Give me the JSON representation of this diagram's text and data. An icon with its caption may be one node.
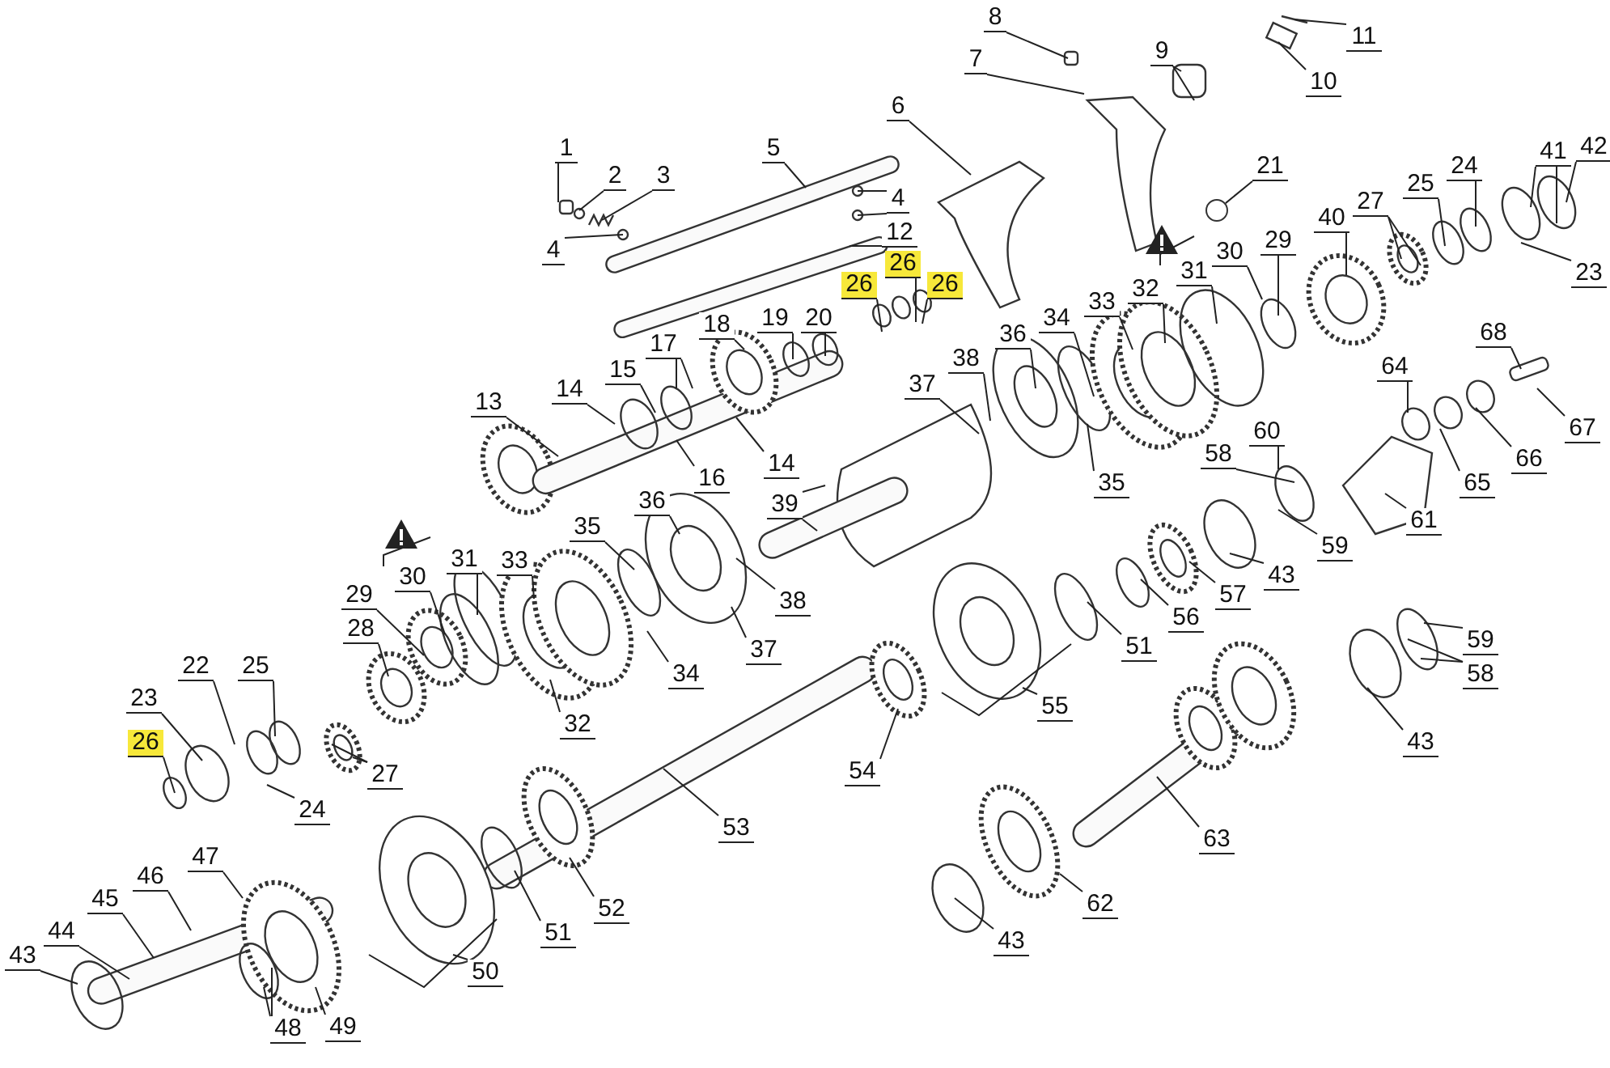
{
  "diagram": {
    "nodes": [
      {
        "text": [
          "8"
        ]
      },
      {
        "text": [
          "11"
        ]
      },
      {
        "text": [
          "9"
        ]
      },
      {
        "text": [
          "7"
        ]
      },
      {
        "text": [
          "10"
        ]
      },
      {
        "text": [
          "6"
        ]
      },
      {
        "text": [
          "1"
        ]
      },
      {
        "text": [
          "5"
        ]
      },
      {
        "text": [
          "42"
        ]
      },
      {
        "text": [
          "41"
        ]
      },
      {
        "text": [
          "21"
        ]
      },
      {
        "text": [
          "24"
        ]
      },
      {
        "text": [
          "2"
        ]
      },
      {
        "text": [
          "3"
        ]
      },
      {
        "text": [
          "25"
        ]
      },
      {
        "text": [
          "4"
        ]
      },
      {
        "text": [
          "27"
        ]
      },
      {
        "text": [
          "40"
        ]
      },
      {
        "text": [
          "12"
        ]
      },
      {
        "text": [
          "29"
        ]
      },
      {
        "text": [
          "4"
        ]
      },
      {
        "text": [
          "30"
        ]
      },
      {
        "text": [
          "26"
        ]
      },
      {
        "text": [
          "23"
        ]
      },
      {
        "text": [
          "31"
        ]
      },
      {
        "text": [
          "26"
        ]
      },
      {
        "text": [
          "26"
        ]
      },
      {
        "text": [
          "32"
        ]
      },
      {
        "text": [
          "33"
        ]
      },
      {
        "text": [
          "34"
        ]
      },
      {
        "text": [
          "18"
        ]
      },
      {
        "text": [
          "19"
        ]
      },
      {
        "text": [
          "20"
        ]
      },
      {
        "text": [
          "68"
        ]
      },
      {
        "text": [
          "36"
        ]
      },
      {
        "text": [
          "17"
        ]
      },
      {
        "text": [
          "38"
        ]
      },
      {
        "text": [
          "64"
        ]
      },
      {
        "text": [
          "15"
        ]
      },
      {
        "text": [
          "37"
        ]
      },
      {
        "text": [
          "14"
        ]
      },
      {
        "text": [
          "13"
        ]
      },
      {
        "text": [
          "67"
        ]
      },
      {
        "text": [
          "60"
        ]
      },
      {
        "text": [
          "58"
        ]
      },
      {
        "text": [
          "66"
        ]
      },
      {
        "text": [
          "14"
        ]
      },
      {
        "text": [
          "16"
        ]
      },
      {
        "text": [
          "65"
        ]
      },
      {
        "text": [
          "35"
        ]
      },
      {
        "text": [
          "36"
        ]
      },
      {
        "text": [
          "39"
        ]
      },
      {
        "text": [
          "61"
        ]
      },
      {
        "text": [
          "35"
        ]
      },
      {
        "text": [
          "59"
        ]
      },
      {
        "text": [
          "31"
        ]
      },
      {
        "text": [
          "33"
        ]
      },
      {
        "text": [
          "43"
        ]
      },
      {
        "text": [
          "30"
        ]
      },
      {
        "text": [
          "29"
        ]
      },
      {
        "text": [
          "57"
        ]
      },
      {
        "text": [
          "38"
        ]
      },
      {
        "text": [
          "56"
        ]
      },
      {
        "text": [
          "28"
        ]
      },
      {
        "text": [
          "59"
        ]
      },
      {
        "text": [
          "51"
        ]
      },
      {
        "text": [
          "37"
        ]
      },
      {
        "text": [
          "22"
        ]
      },
      {
        "text": [
          "25"
        ]
      },
      {
        "text": [
          "58"
        ]
      },
      {
        "text": [
          "34"
        ]
      },
      {
        "text": [
          "23"
        ]
      },
      {
        "text": [
          "55"
        ]
      },
      {
        "text": [
          "32"
        ]
      },
      {
        "text": [
          "26"
        ]
      },
      {
        "text": [
          "43"
        ]
      },
      {
        "text": [
          "54"
        ]
      },
      {
        "text": [
          "27"
        ]
      },
      {
        "text": [
          "24"
        ]
      },
      {
        "text": [
          "53"
        ]
      },
      {
        "text": [
          "63"
        ]
      },
      {
        "text": [
          "47"
        ]
      },
      {
        "text": [
          "46"
        ]
      },
      {
        "text": [
          "45"
        ]
      },
      {
        "text": [
          "62"
        ]
      },
      {
        "text": [
          "52"
        ]
      },
      {
        "text": [
          "44"
        ]
      },
      {
        "text": [
          "51"
        ]
      },
      {
        "text": [
          "43"
        ]
      },
      {
        "text": [
          "43"
        ]
      },
      {
        "text": [
          "50"
        ]
      },
      {
        "text": [
          "48"
        ]
      },
      {
        "text": [
          "49"
        ]
      },
      {
        "text": [],
        "shape": "circle"
      }
    ],
    "edges": [
      {
        "from": 0,
        "to": null,
        "arrow": "none"
      },
      {
        "from": 1,
        "to": null,
        "arrow": "none"
      },
      {
        "from": 2,
        "to": null,
        "arrow": "none"
      },
      {
        "from": 2,
        "to": null,
        "arrow": "none"
      },
      {
        "from": 3,
        "to": null,
        "arrow": "none"
      },
      {
        "from": 4,
        "to": null,
        "arrow": "none"
      },
      {
        "from": 5,
        "to": null,
        "arrow": "none"
      },
      {
        "from": 6,
        "to": null,
        "arrow": "none"
      },
      {
        "from": 7,
        "to": null,
        "arrow": "none"
      },
      {
        "from": 8,
        "to": null,
        "arrow": "none"
      },
      {
        "from": 9,
        "to": null,
        "arrow": "none"
      },
      {
        "from": 9,
        "to": null,
        "arrow": "none"
      },
      {
        "from": 10,
        "to": 93,
        "arrow": "none"
      },
      {
        "from": 11,
        "to": null,
        "arrow": "none"
      },
      {
        "from": 12,
        "to": null,
        "arrow": "none"
      },
      {
        "from": 13,
        "to": null,
        "arrow": "none"
      },
      {
        "from": 14,
        "to": null,
        "arrow": "none"
      },
      {
        "from": 15,
        "to": null,
        "arrow": "none"
      },
      {
        "from": 15,
        "to": null,
        "arrow": "none"
      },
      {
        "from": 16,
        "to": null,
        "arrow": "none"
      },
      {
        "from": 16,
        "to": null,
        "arrow": "none"
      },
      {
        "from": 17,
        "to": null,
        "arrow": "none"
      },
      {
        "from": 18,
        "to": null,
        "arrow": "none"
      },
      {
        "from": 19,
        "to": null,
        "arrow": "none"
      },
      {
        "from": 20,
        "to": null,
        "arrow": "none"
      },
      {
        "from": 21,
        "to": null,
        "arrow": "none"
      },
      {
        "from": 22,
        "to": null,
        "arrow": "none"
      },
      {
        "from": 23,
        "to": null,
        "arrow": "none"
      },
      {
        "from": 24,
        "to": null,
        "arrow": "none"
      },
      {
        "from": 25,
        "to": null,
        "arrow": "none"
      },
      {
        "from": 26,
        "to": null,
        "arrow": "none"
      },
      {
        "from": 27,
        "to": null,
        "arrow": "none"
      },
      {
        "from": 28,
        "to": null,
        "arrow": "none"
      },
      {
        "from": 29,
        "to": null,
        "arrow": "none"
      },
      {
        "from": 30,
        "to": null,
        "arrow": "none"
      },
      {
        "from": 31,
        "to": null,
        "arrow": "none"
      },
      {
        "from": 32,
        "to": null,
        "arrow": "none"
      },
      {
        "from": 33,
        "to": null,
        "arrow": "none"
      },
      {
        "from": 34,
        "to": null,
        "arrow": "none"
      },
      {
        "from": 35,
        "to": null,
        "arrow": "none"
      },
      {
        "from": 35,
        "to": null,
        "arrow": "none"
      },
      {
        "from": 36,
        "to": null,
        "arrow": "none"
      },
      {
        "from": 37,
        "to": null,
        "arrow": "none"
      },
      {
        "from": 38,
        "to": null,
        "arrow": "none"
      },
      {
        "from": 39,
        "to": null,
        "arrow": "none"
      },
      {
        "from": 40,
        "to": null,
        "arrow": "none"
      },
      {
        "from": 41,
        "to": null,
        "arrow": "none"
      },
      {
        "from": 42,
        "to": null,
        "arrow": "none"
      },
      {
        "from": 43,
        "to": null,
        "arrow": "none"
      },
      {
        "from": 44,
        "to": null,
        "arrow": "none"
      },
      {
        "from": 45,
        "to": null,
        "arrow": "none"
      },
      {
        "from": 46,
        "to": null,
        "arrow": "none"
      },
      {
        "from": 47,
        "to": null,
        "arrow": "none"
      },
      {
        "from": 48,
        "to": null,
        "arrow": "none"
      },
      {
        "from": 49,
        "to": null,
        "arrow": "none"
      },
      {
        "from": 50,
        "to": null,
        "arrow": "none"
      },
      {
        "from": 51,
        "to": null,
        "arrow": "none"
      },
      {
        "from": 51,
        "to": null,
        "arrow": "none"
      },
      {
        "from": 52,
        "to": null,
        "arrow": "none"
      },
      {
        "from": 53,
        "to": null,
        "arrow": "none"
      },
      {
        "from": 54,
        "to": null,
        "arrow": "none"
      },
      {
        "from": 55,
        "to": null,
        "arrow": "none"
      },
      {
        "from": 56,
        "to": null,
        "arrow": "none"
      },
      {
        "from": 57,
        "to": null,
        "arrow": "none"
      },
      {
        "from": 58,
        "to": null,
        "arrow": "none"
      },
      {
        "from": 59,
        "to": null,
        "arrow": "none"
      },
      {
        "from": 60,
        "to": null,
        "arrow": "none"
      },
      {
        "from": 61,
        "to": null,
        "arrow": "none"
      },
      {
        "from": 62,
        "to": null,
        "arrow": "none"
      },
      {
        "from": 63,
        "to": null,
        "arrow": "none"
      },
      {
        "from": 64,
        "to": null,
        "arrow": "none"
      },
      {
        "from": 65,
        "to": null,
        "arrow": "none"
      },
      {
        "from": 66,
        "to": null,
        "arrow": "none"
      },
      {
        "from": 67,
        "to": null,
        "arrow": "none"
      },
      {
        "from": 68,
        "to": null,
        "arrow": "none"
      },
      {
        "from": 69,
        "to": null,
        "arrow": "none"
      },
      {
        "from": 69,
        "to": null,
        "arrow": "none"
      },
      {
        "from": 70,
        "to": null,
        "arrow": "none"
      },
      {
        "from": 71,
        "to": null,
        "arrow": "none"
      },
      {
        "from": 72,
        "to": null,
        "arrow": "none"
      },
      {
        "from": 73,
        "to": null,
        "arrow": "none"
      },
      {
        "from": 74,
        "to": null,
        "arrow": "none"
      },
      {
        "from": 75,
        "to": null,
        "arrow": "none"
      },
      {
        "from": 76,
        "to": null,
        "arrow": "none"
      },
      {
        "from": 77,
        "to": null,
        "arrow": "none"
      },
      {
        "from": 77,
        "to": null,
        "arrow": "none"
      },
      {
        "from": 78,
        "to": null,
        "arrow": "none"
      },
      {
        "from": 79,
        "to": null,
        "arrow": "none"
      },
      {
        "from": 80,
        "to": null,
        "arrow": "none"
      },
      {
        "from": 81,
        "to": null,
        "arrow": "none"
      },
      {
        "from": 82,
        "to": null,
        "arrow": "none"
      },
      {
        "from": 83,
        "to": null,
        "arrow": "none"
      },
      {
        "from": 84,
        "to": null,
        "arrow": "none"
      },
      {
        "from": 85,
        "to": null,
        "arrow": "none"
      },
      {
        "from": 86,
        "to": null,
        "arrow": "none"
      },
      {
        "from": 87,
        "to": null,
        "arrow": "none"
      },
      {
        "from": 88,
        "to": null,
        "arrow": "none"
      },
      {
        "from": 89,
        "to": null,
        "arrow": "none"
      },
      {
        "from": 90,
        "to": null,
        "arrow": "none"
      },
      {
        "from": 91,
        "to": null,
        "arrow": "none"
      },
      {
        "from": 91,
        "to": null,
        "arrow": "none"
      },
      {
        "from": 92,
        "to": null,
        "arrow": "none"
      }
    ]
  }
}
